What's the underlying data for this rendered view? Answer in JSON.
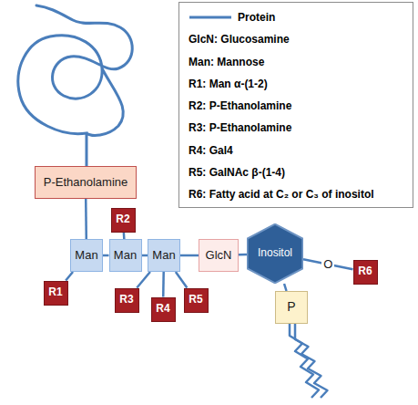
{
  "diagram": {
    "nodes": [
      {
        "text": [
          "P-Ethanolamine"
        ]
      },
      {
        "text": [
          "Man"
        ]
      },
      {
        "text": [
          "Man"
        ]
      },
      {
        "text": [
          "Man"
        ]
      },
      {
        "text": [
          "GlcN"
        ]
      },
      {
        "text": [
          "Inositol"
        ]
      },
      {
        "text": [
          "P"
        ]
      },
      {
        "text": [
          "R1"
        ]
      },
      {
        "text": [
          "R2"
        ]
      },
      {
        "text": [
          "R3"
        ]
      },
      {
        "text": [
          "R4"
        ]
      },
      {
        "text": [
          "R5"
        ]
      },
      {
        "text": [
          "R6"
        ]
      }
    ],
    "edges": [
      {
        "from": 0,
        "to": 1,
        "arrow": "none"
      },
      {
        "from": 1,
        "to": 2,
        "arrow": "none"
      },
      {
        "from": 2,
        "to": 3,
        "arrow": "none"
      },
      {
        "from": 3,
        "to": 4,
        "arrow": "none"
      },
      {
        "from": 4,
        "to": 5,
        "arrow": "none"
      },
      {
        "from": 5,
        "to": 6,
        "arrow": "none"
      },
      {
        "from": 7,
        "to": 1,
        "arrow": "none"
      },
      {
        "from": 8,
        "to": 2,
        "arrow": "none"
      },
      {
        "from": 9,
        "to": 3,
        "arrow": "none"
      },
      {
        "from": 10,
        "to": 3,
        "arrow": "none"
      },
      {
        "from": 11,
        "to": 3,
        "arrow": "none"
      },
      {
        "from": 5,
        "to": 12,
        "label": "O",
        "arrow": "none"
      }
    ],
    "legend": [
      {
        "text": "Protein"
      },
      {
        "text": "GlcN: Glucosamine"
      },
      {
        "text": "Man: Mannose"
      },
      {
        "text": "R1: Man α-(1-2)"
      },
      {
        "text": "R2: P-Ethanolamine"
      },
      {
        "text": "R3: P-Ethanolamine"
      },
      {
        "text": "R4: Gal4"
      },
      {
        "text": "R5: GalNAc β-(1-4)"
      },
      {
        "text": "R6: Fatty acid at C₂ or C₃ of inositol"
      }
    ]
  }
}
